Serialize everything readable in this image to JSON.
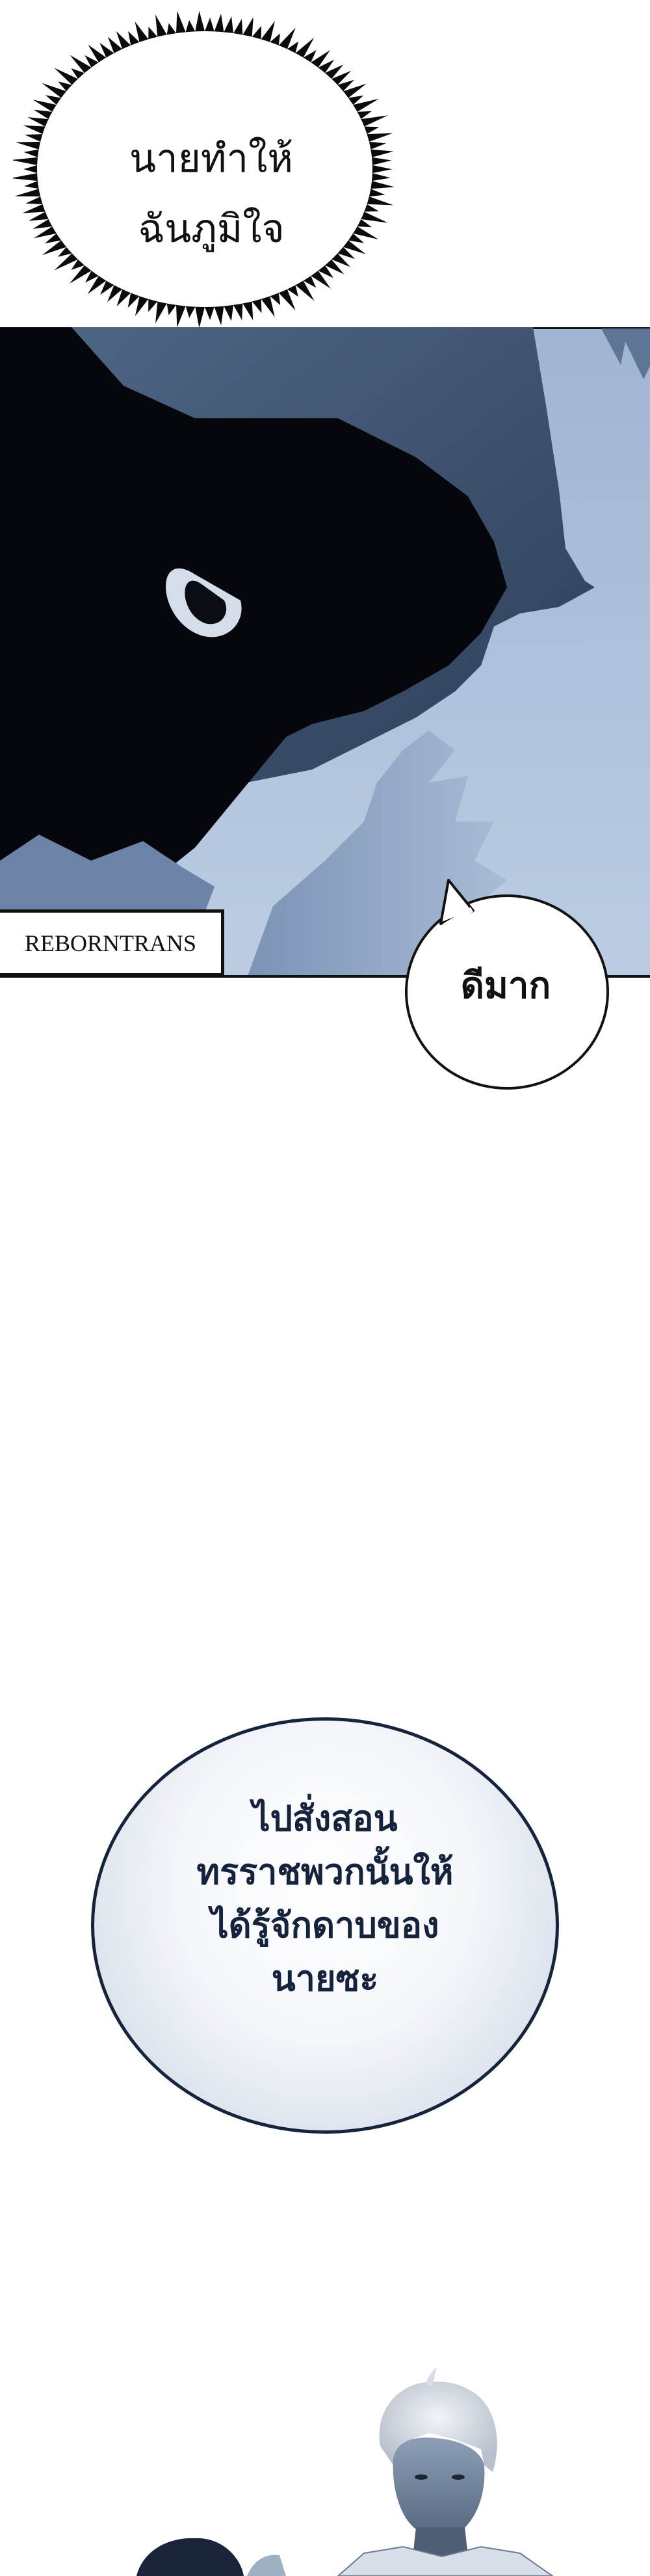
{
  "bubbles": {
    "thought_1": {
      "lines": [
        "นายทำให้",
        "ฉันภูมิใจ"
      ]
    },
    "speech_1": {
      "text": "ดีมาก"
    },
    "speech_2": {
      "lines": [
        "ไปสั่งสอน",
        "ทรราชพวกนั้นให้",
        "ได้รู้จักดาบของ",
        "นายซะ"
      ]
    }
  },
  "watermark": {
    "text": "REBORNTRANS"
  },
  "colors": {
    "background": "#ffffff",
    "panel_blue": "#a6bbd7",
    "ink": "#111111",
    "bubble_navy": "#16233d"
  }
}
